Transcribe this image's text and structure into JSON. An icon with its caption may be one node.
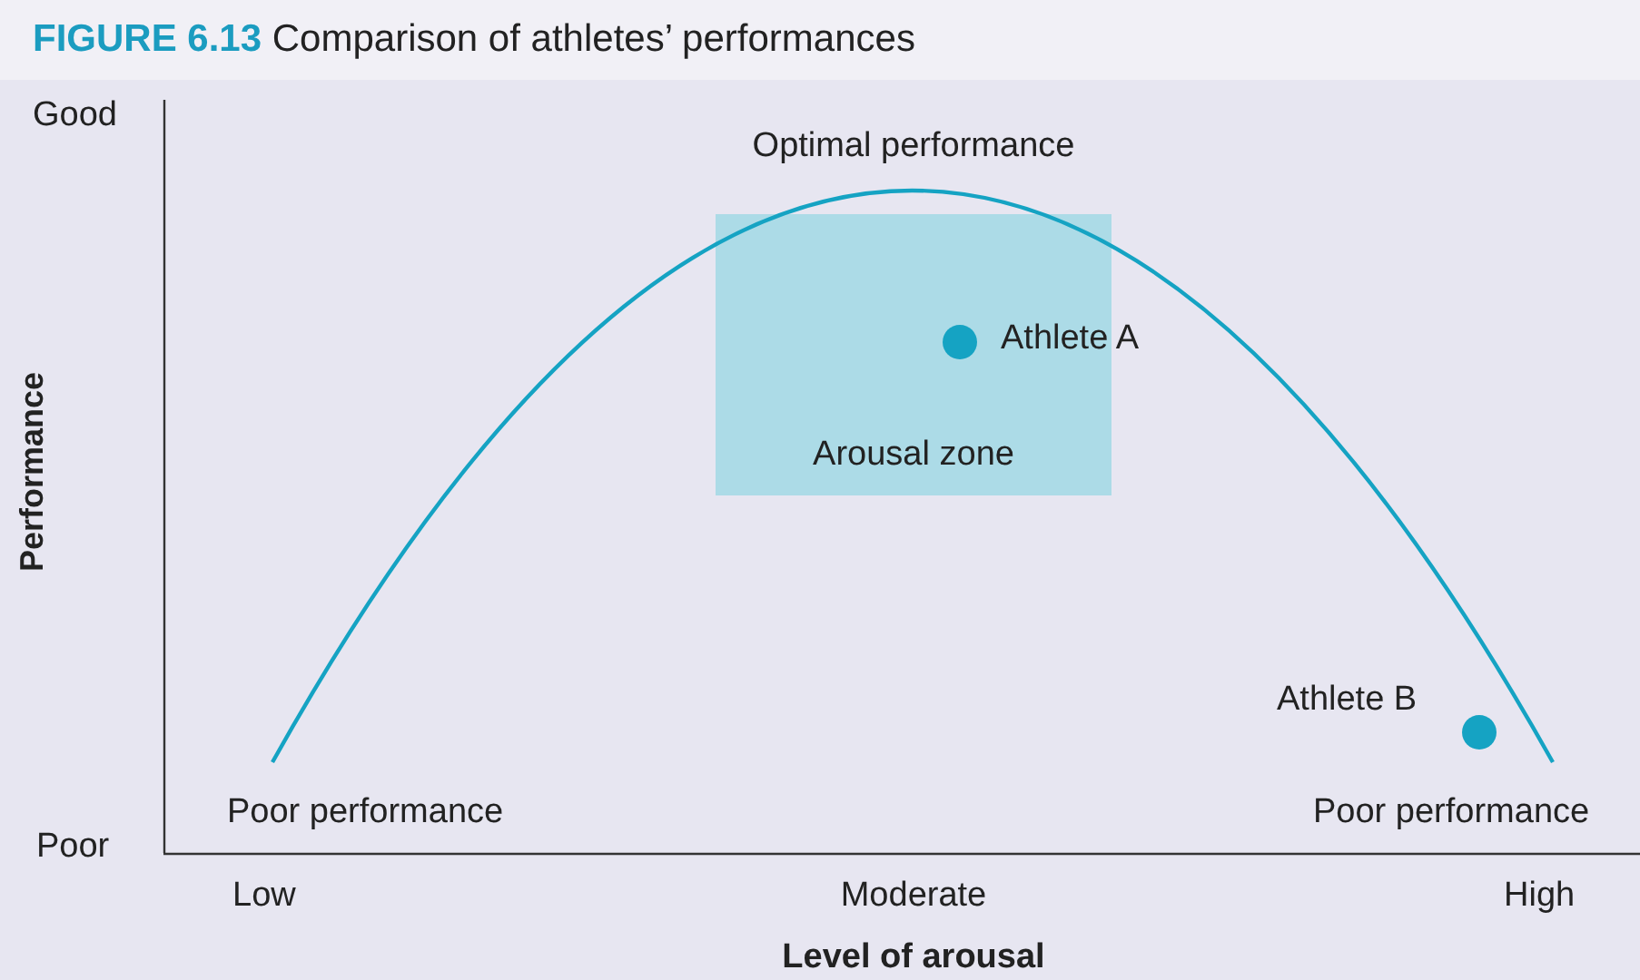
{
  "diagram": {
    "title": "**FIGURE 6.13** Comparison of athletes’ performances",
    "nodes": [
      {
        "text": [
          "Arousal zone"
        ]
      },
      {
        "text": [],
        "shape": "circle",
        "in": 0,
        "beside": [
          "Athlete A"
        ]
      },
      {
        "text": [],
        "shape": "circle",
        "beside": [
          "Athlete B"
        ]
      }
    ],
    "labels": [
      "Good",
      "Optimal performance",
      "Performance",
      "Poor performance",
      "Poor performance",
      "Poor",
      "Low",
      "Moderate",
      "High",
      "Level of arousal"
    ]
  }
}
